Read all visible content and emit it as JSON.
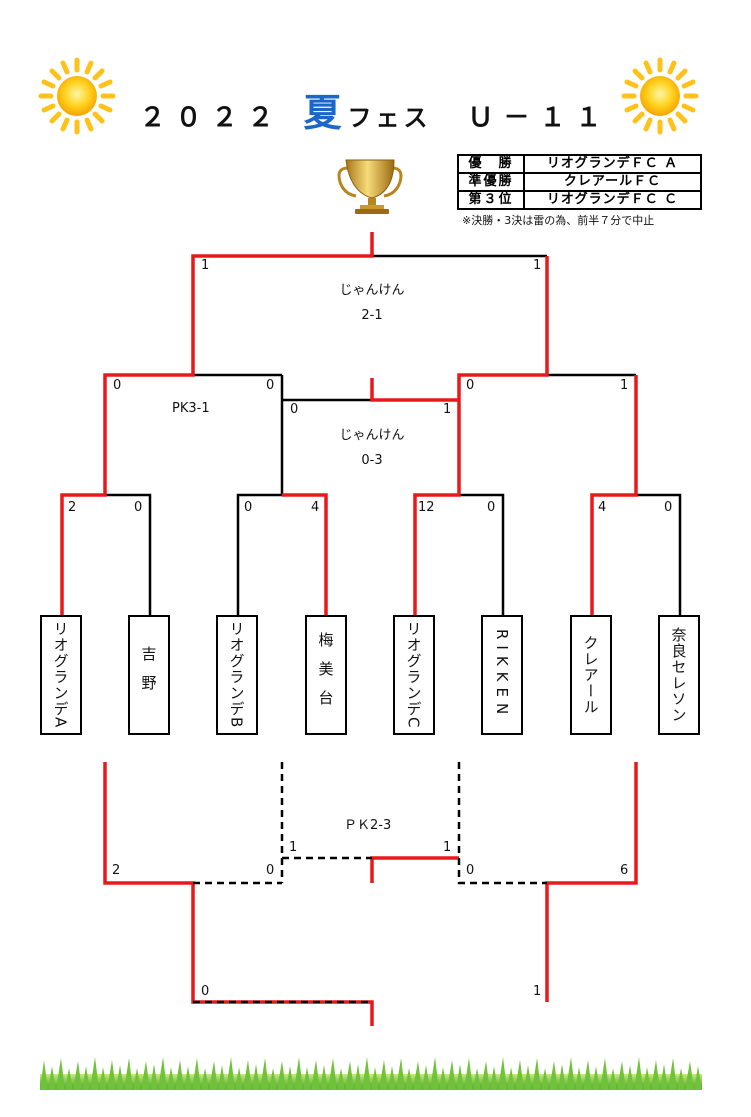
{
  "title": {
    "year": "２０２２",
    "natsu": "夏",
    "fes": "フェス",
    "division": "Ｕ－１１"
  },
  "results": [
    {
      "rank": "優　勝",
      "team": "リオグランデＦＣ Ａ"
    },
    {
      "rank": "準優勝",
      "team": "クレアールＦＣ"
    },
    {
      "rank": "第３位",
      "team": "リオグランデＦＣ Ｃ"
    }
  ],
  "note": "※決勝・3決は雷の為、前半７分で中止",
  "teams": [
    "リオグランデA",
    "吉野",
    "リオグランデB",
    "梅美台",
    "リオグランデC",
    "RIKKEN",
    "クレアール",
    "奈良セレソン"
  ],
  "round1": [
    {
      "left": "2",
      "right": "0"
    },
    {
      "left": "0",
      "right": "4"
    },
    {
      "left": "12",
      "right": "0"
    },
    {
      "left": "4",
      "right": "0"
    }
  ],
  "semis": [
    {
      "left": "0",
      "right": "0",
      "note": "PK3-1"
    },
    {
      "left": "0",
      "right": "1"
    }
  ],
  "middle": {
    "note_line1": "じゃんけん",
    "note_line2": "0-3"
  },
  "final": {
    "left": "1",
    "right": "1",
    "note_line1": "じゃんけん",
    "note_line2": "2-1"
  },
  "lower": {
    "left_match": {
      "left": "2",
      "right": "0"
    },
    "right_match": {
      "left": "0",
      "right": "6"
    },
    "center": {
      "left": "1",
      "right": "1",
      "note": "ＰＫ2-3"
    },
    "bottom": {
      "left": "0",
      "right": "1"
    }
  },
  "colors": {
    "winner": "#e8191b",
    "line": "#000000",
    "title_accent": "#1a66c9"
  },
  "icons": [
    "sun-icon",
    "trophy-icon",
    "grass-strip"
  ]
}
